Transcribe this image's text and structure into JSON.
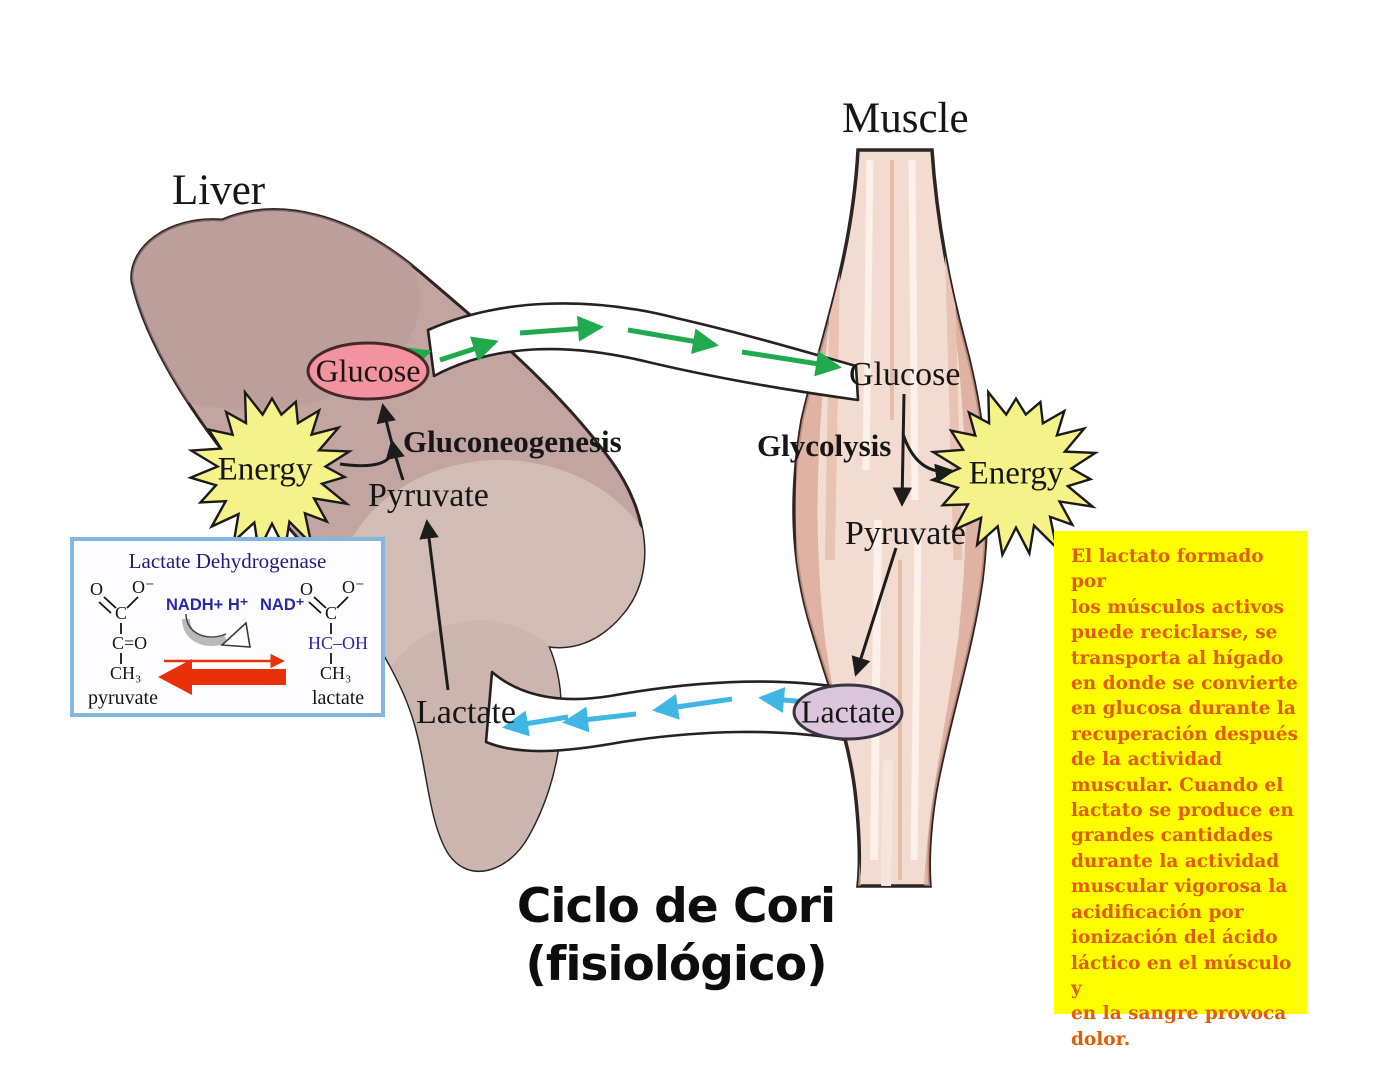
{
  "diagram": {
    "liver_label": "Liver",
    "muscle_label": "Muscle",
    "liver_glucose": "Glucose",
    "muscle_glucose": "Glucose",
    "gluconeogenesis": "Gluconeogenesis",
    "glycolysis": "Glycolysis",
    "liver_pyruvate": "Pyruvate",
    "muscle_pyruvate": "Pyruvate",
    "liver_lactate": "Lactate",
    "muscle_lactate": "Lactate",
    "energy_liver": "Energy",
    "energy_muscle": "Energy"
  },
  "reaction_box": {
    "title": "Lactate Dehydrogenase",
    "nadh": "NADH+ H⁺",
    "nad": "NAD⁺",
    "pyruvate_label": "pyruvate",
    "lactate_label": "lactate",
    "pyr_o": "O",
    "pyr_o_minus": "O⁻",
    "pyr_c": "C",
    "pyr_co": "C=O",
    "pyr_ch3": "CH₃",
    "lac_o": "O",
    "lac_o_minus": "O⁻",
    "lac_c": "C",
    "lac_hcoh": "HC–OH",
    "lac_ch3": "CH₃"
  },
  "title": {
    "line1": "Ciclo de Cori",
    "line2": "(fisiológico)"
  },
  "note": {
    "text": "El lactato formado por\nlos músculos activos\npuede reciclarse, se\ntransporta al hígado\nen donde se convierte\nen glucosa durante la\nrecuperación después\nde la actividad\nmuscular. Cuando el\nlactato se produce en\ngrandes cantidades\ndurante la actividad\nmuscular vigorosa la\nacidificación por\nionización del ácido\nláctico en el músculo y\nen la sangre provoca\ndolor."
  },
  "colors": {
    "note_bg": "#ffff00",
    "note_text": "#e25c04",
    "glucose_oval": "#f2939f",
    "lactate_oval": "#dcc6dd",
    "energy_burst": "#f6f28a",
    "glucose_arrows": "#21a94e",
    "lactate_arrows": "#3fb6e3",
    "reaction_border": "#84b7e0",
    "reaction_arrow": "#e8310a",
    "cofactor_text": "#2828a8",
    "liver_fill": "#c2a5a1",
    "muscle_fill": "#f2dcd2"
  }
}
